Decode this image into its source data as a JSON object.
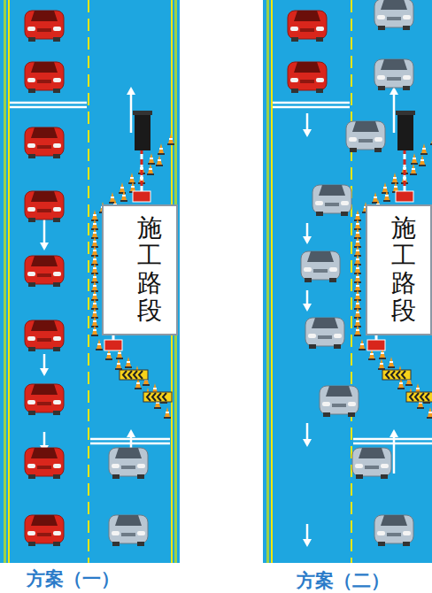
{
  "diagram": {
    "nodes": [
      {
        "text": [
          "施工路段"
        ]
      },
      {
        "text": [
          "施工路段"
        ]
      }
    ],
    "labels": [
      "方案（一）",
      "方案（二）"
    ]
  }
}
